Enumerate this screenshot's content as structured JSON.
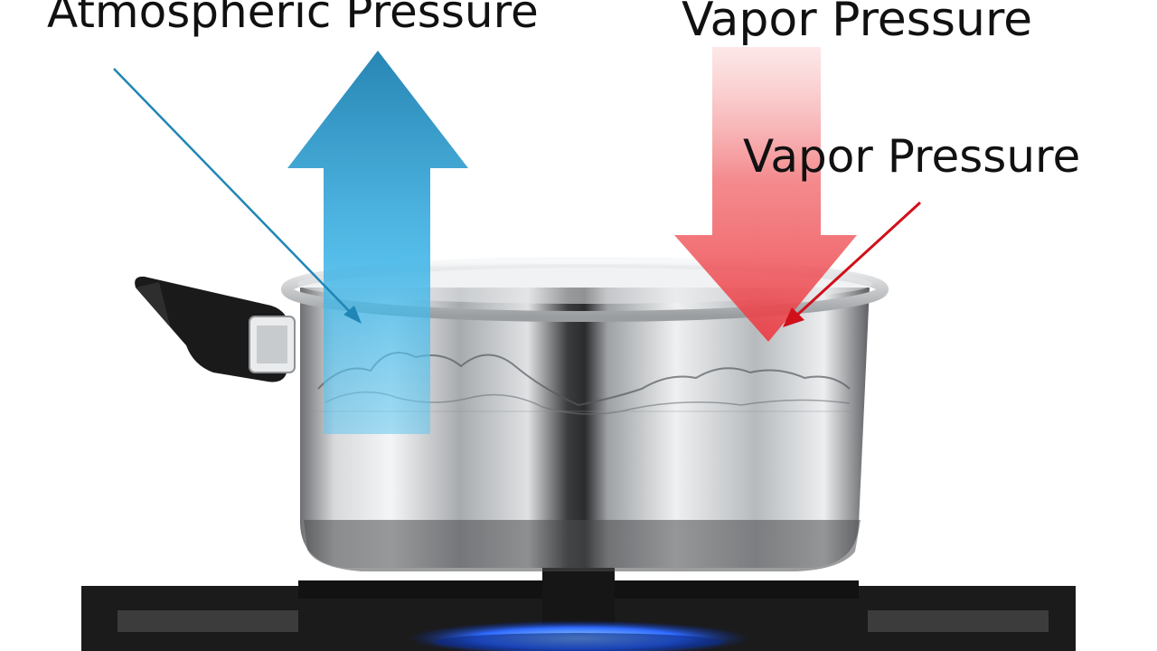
{
  "labels": {
    "atmospheric": "Atmospheric Pressure",
    "vapor_top": "Vapor Pressure",
    "vapor_mid": "Vapor Pressure"
  },
  "colors": {
    "atmospheric_arrow": "#2aa2d6",
    "vapor_arrow": "#f0484e",
    "atmospheric_pointer": "#1f86b5",
    "vapor_pointer": "#d0101a",
    "flame": "#2f6bff",
    "stove": "#1b1b1b"
  }
}
